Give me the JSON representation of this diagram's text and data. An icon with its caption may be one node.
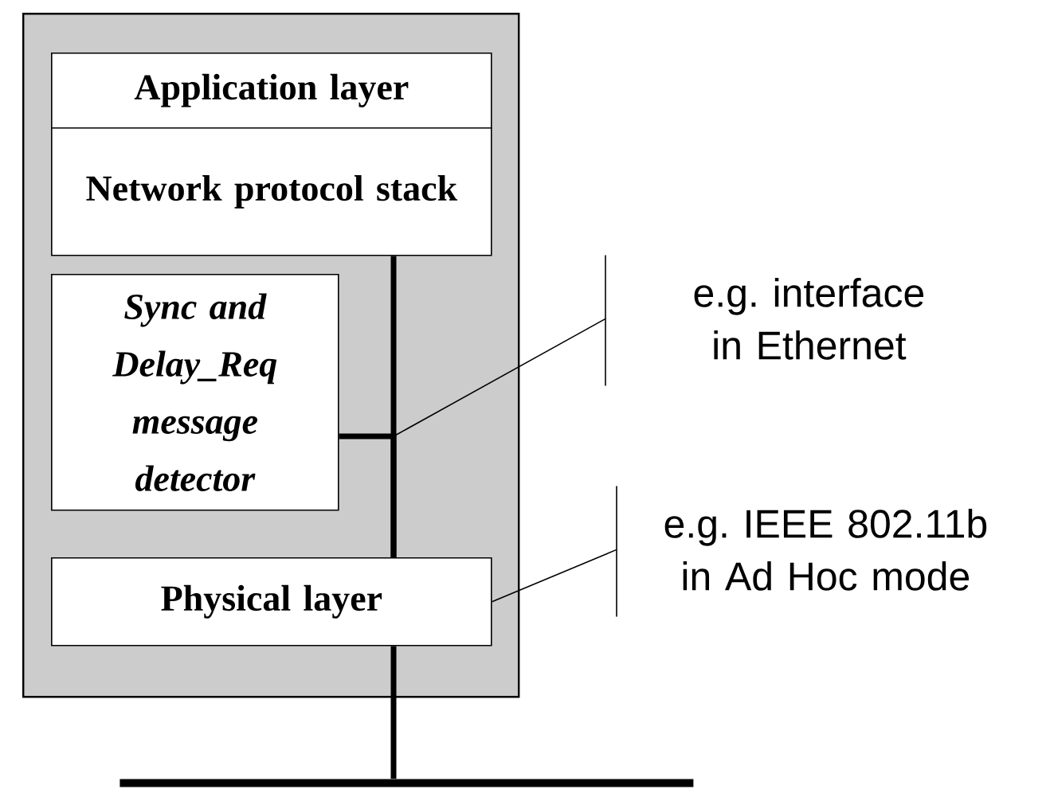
{
  "diagram": {
    "nodes": [
      {
        "text": [],
        "shape": "box"
      },
      {
        "text": [
          "Application layer"
        ],
        "in": 0
      },
      {
        "text": [
          "Network protocol stack"
        ],
        "in": 0
      },
      {
        "text": [
          "Sync and Delay_Req message detector"
        ],
        "in": 0
      },
      {
        "text": [
          "Physical layer"
        ],
        "in": 0
      },
      {
        "text": [],
        "shape": "bar"
      },
      {
        "text": [
          "e.g. interface in Ethernet"
        ]
      },
      {
        "text": [
          "e.g. IEEE 802.11b in Ad Hoc mode"
        ]
      }
    ],
    "edges": [
      {
        "from": 2,
        "to": 4,
        "arrow": "none"
      },
      {
        "from": 3,
        "to": 4,
        "arrow": "none"
      },
      {
        "from": 4,
        "to": 5,
        "arrow": "none"
      },
      {
        "from": 6,
        "to": null,
        "arrow": "none"
      },
      {
        "from": 7,
        "to": 4,
        "arrow": "none"
      }
    ]
  }
}
